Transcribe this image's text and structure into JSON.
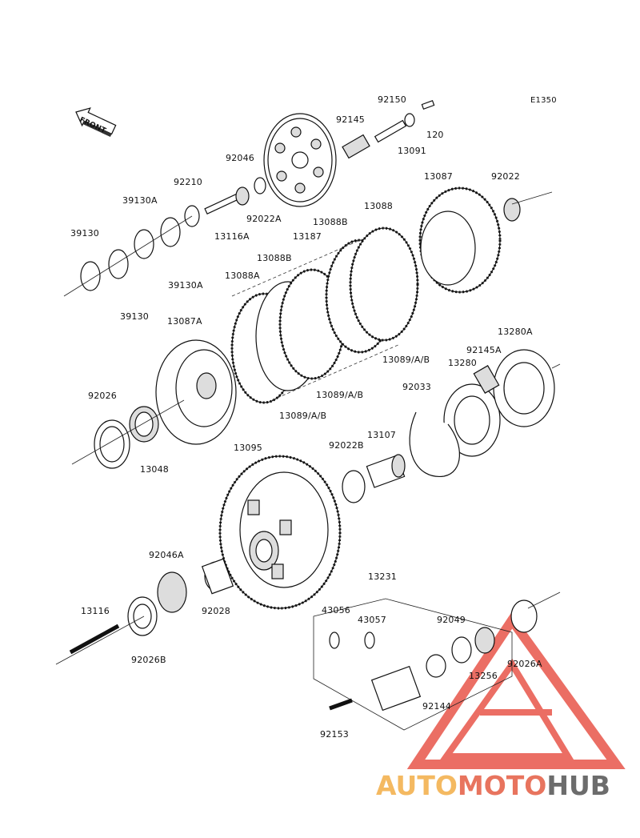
{
  "diagram": {
    "code": "E1350",
    "front_label": "FRONT",
    "watermark": {
      "part1": "AUTO",
      "part2": "MOTO",
      "part3": "HUB"
    },
    "colors": {
      "triangle": "#e8554a",
      "auto": "#f4b961",
      "moto": "#e8745e",
      "hub": "#6c6c6c"
    },
    "labels": [
      "92150",
      "92145",
      "120",
      "13091",
      "92046",
      "92210",
      "92022A",
      "13116A",
      "13187",
      "13087",
      "92022",
      "39130A",
      "39130",
      "39130A",
      "39130",
      "13088",
      "13088B",
      "13088B",
      "13088A",
      "13087A",
      "13089/A/B",
      "13089/A/B",
      "13089/A/B",
      "13280A",
      "92145A",
      "13280",
      "92033",
      "92026",
      "13048",
      "13107",
      "92022B",
      "13095",
      "92046A",
      "92028",
      "13231",
      "43056",
      "43057",
      "92049",
      "13116",
      "92026B",
      "13256",
      "92026A",
      "92144",
      "92153"
    ]
  }
}
